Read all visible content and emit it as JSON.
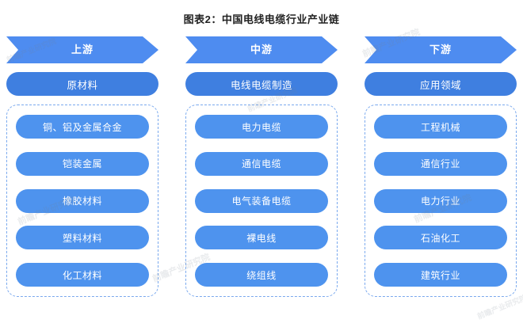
{
  "title": "图表2：中国电线电缆行业产业链",
  "colors": {
    "banner": "#4e8cf0",
    "main_pill": "#3f7fe0",
    "item_pill": "#4e93ee",
    "dashed_border": "#7aa9ee",
    "title_text": "#222222"
  },
  "columns": [
    {
      "banner_label": "上游",
      "main_label": "原材料",
      "items": [
        "铜、铝及金属合金",
        "铠装金属",
        "橡胶材料",
        "塑料材料",
        "化工材料"
      ]
    },
    {
      "banner_label": "中游",
      "main_label": "电线电缆制造",
      "items": [
        "电力电缆",
        "通信电缆",
        "电气装备电缆",
        "裸电线",
        "绕组线"
      ]
    },
    {
      "banner_label": "下游",
      "main_label": "应用领域",
      "items": [
        "工程机械",
        "通信行业",
        "电力行业",
        "石油化工",
        "建筑行业"
      ]
    }
  ],
  "watermarks": [
    "前瞻产业研究院",
    "前瞻产业研究院",
    "前瞻产业研究院",
    "前瞻产业研究院",
    "前瞻产业研究院",
    "前瞻产业研究院",
    "前瞻产业研究院"
  ]
}
